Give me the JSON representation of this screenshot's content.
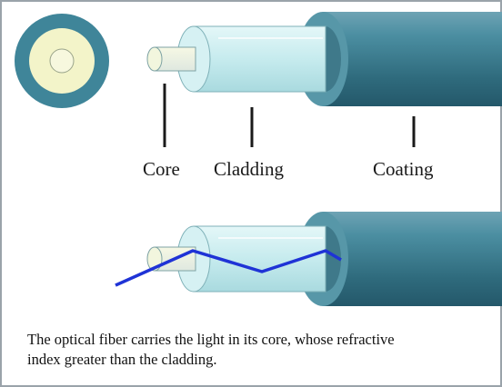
{
  "labels": {
    "core": "Core",
    "cladding": "Cladding",
    "coating": "Coating"
  },
  "caption": {
    "line1": "The optical fiber carries the light in its core, whose refractive",
    "line2": "index greater than the cladding."
  },
  "colors": {
    "coating": "#3d7f92",
    "cladding": "#cdeff2",
    "core": "#f4f7cf",
    "light_ray": "#1f33d6"
  }
}
